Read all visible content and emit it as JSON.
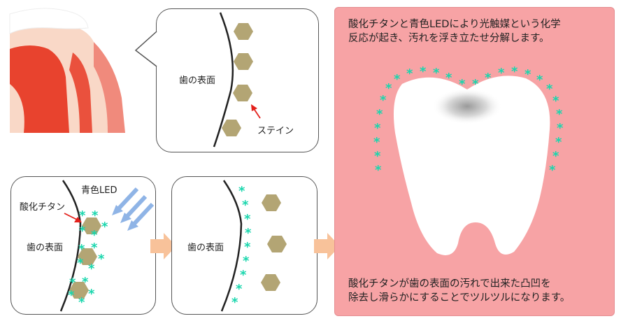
{
  "zoom_bubble": {
    "surface_label": "歯の表面",
    "stain_label": "ステイン"
  },
  "step1": {
    "led_label": "青色LED",
    "ti_label": "酸化チタン",
    "surface_label": "歯の表面"
  },
  "step2": {
    "surface_label": "歯の表面"
  },
  "result": {
    "top_text_line1": "酸化チタンと青色LEDにより光触媒という化学",
    "top_text_line2": "反応が起き、汚れを浮き立たせ分解します。",
    "bottom_text_line1": "酸化チタンが歯の表面の汚れで出来た凸凹を",
    "bottom_text_line2": "除去し滑らかにすることでツルツルになります。"
  },
  "colors": {
    "stain": "#b3a574",
    "catalyst": "#19d6ad",
    "led_arrow": "#8fb4e6",
    "step_arrow": "#f8c29a",
    "panel_bg": "#f7a3a5",
    "gum": "#f08a7c",
    "pulp": "#e8432e"
  }
}
